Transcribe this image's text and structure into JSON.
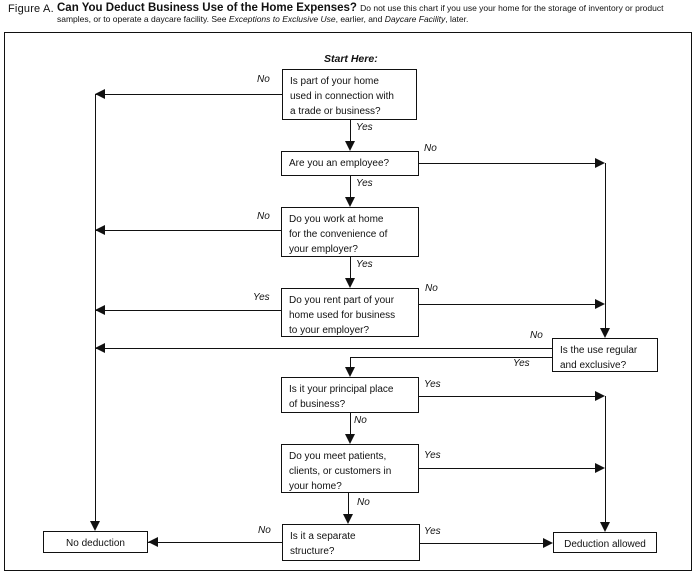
{
  "header": {
    "figure_label": "Figure A.",
    "title": "Can You Deduct Business Use of the Home Expenses? ",
    "note_1": "Do not use this chart if you use your home for the storage of inventory or product samples, or to operate a daycare facility. See ",
    "note_italic_1": "Exceptions to Exclusive Use",
    "note_2": ", earlier, and ",
    "note_italic_2": "Daycare Facility",
    "note_3": ", later."
  },
  "colors": {
    "line": "#111111",
    "background": "#ffffff"
  },
  "flowchart": {
    "start_label": "Start Here:",
    "nodes": {
      "q1": {
        "text": "Is part of your home\nused in connection with\na trade or business?"
      },
      "q2": {
        "text": "Are you an employee?"
      },
      "q3": {
        "text": "Do you work at home\nfor the convenience of\nyour employer?"
      },
      "q4": {
        "text": "Do you rent part of your\nhome used for business\nto your employer?"
      },
      "q5": {
        "text": "Is the use regular\nand exclusive?"
      },
      "q6": {
        "text": "Is it your principal place\nof business?"
      },
      "q7": {
        "text": "Do you meet patients,\nclients, or customers in\nyour home?"
      },
      "q8": {
        "text": "Is it a separate\nstructure?"
      },
      "no_deduction": {
        "text": "No deduction"
      },
      "deduction_allowed": {
        "text": "Deduction allowed"
      }
    },
    "edge_labels": {
      "q1_no": "No",
      "q1_yes": "Yes",
      "q2_no": "No",
      "q2_yes": "Yes",
      "q3_no": "No",
      "q3_yes": "Yes",
      "q4_no": "No",
      "q4_yes": "Yes",
      "q5_no": "No",
      "q5_yes": "Yes",
      "q6_no": "No",
      "q6_yes": "Yes",
      "q7_no": "No",
      "q7_yes": "Yes",
      "q8_no": "No",
      "q8_yes": "Yes"
    }
  }
}
